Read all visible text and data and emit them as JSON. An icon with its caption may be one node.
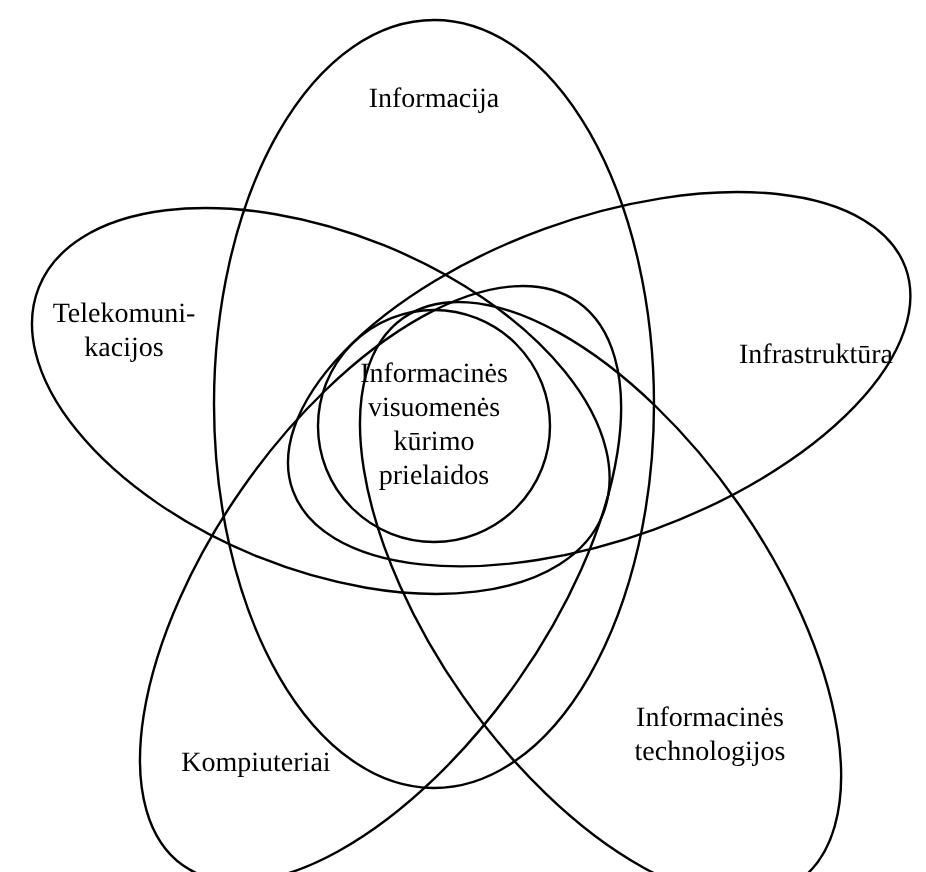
{
  "diagram": {
    "nodes": [
      {
        "text": [
          "Informacija"
        ]
      },
      {
        "text": [
          "Telekomuni- kacijos"
        ]
      },
      {
        "text": [
          "Informacinės visuomenės kūrimo prielaidos"
        ]
      },
      {
        "text": [
          "Infrastruktūra"
        ]
      },
      {
        "text": [
          "Kompiuteriai"
        ]
      },
      {
        "text": [
          "Informacinės technologijos"
        ]
      }
    ]
  }
}
